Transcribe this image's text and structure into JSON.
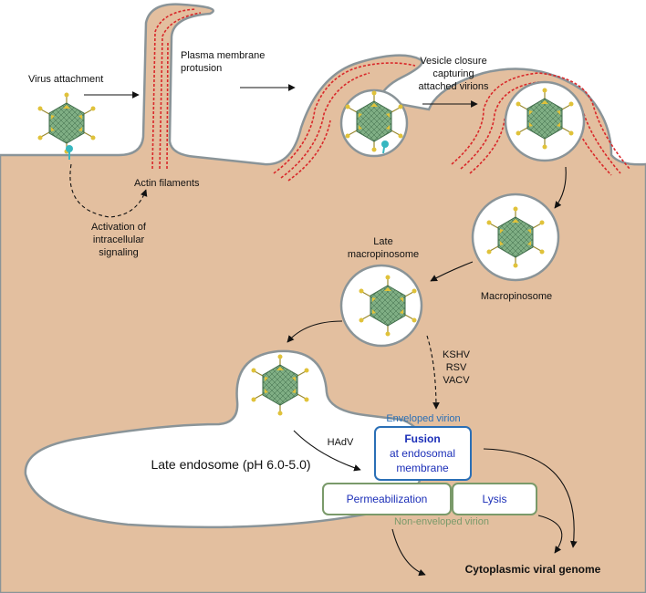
{
  "labels": {
    "virus_attachment": "Virus attachment",
    "plasma_membrane_1": "Plasma membrane",
    "plasma_membrane_2": "protusion",
    "vesicle_closure_1": "Vesicle closure",
    "vesicle_closure_2": "capturing",
    "vesicle_closure_3": "attached virions",
    "actin_filaments": "Actin filaments",
    "activation_1": "Activation of",
    "activation_2": "intracellular",
    "activation_3": "signaling",
    "late_macro_1": "Late",
    "late_macro_2": "macropinosome",
    "macropinosome": "Macropinosome",
    "kshv": "KSHV",
    "rsv": "RSV",
    "vacv": "VACV",
    "enveloped_virion": "Enveloped virion",
    "hadv": "HAdV",
    "fusion": "Fusion",
    "fusion_2": "at endosomal",
    "fusion_3": "membrane",
    "late_endosome": "Late endosome (pH 6.0-5.0)",
    "permeabilization": "Permeabilization",
    "lysis": "Lysis",
    "non_enveloped_virion": "Non-enveloped virion",
    "cytoplasmic_genome": "Cytoplasmic viral genome"
  },
  "colors": {
    "cytoplasm": "#e3bf9f",
    "membrane": "#8a9498",
    "actin": "#d9282a",
    "capsid": "#7fae84",
    "capsid_stroke": "#3e6a48",
    "fiber": "#e0c23a",
    "receptor": "#37b7c0",
    "fusion_border": "#2a6fb6",
    "box_border": "#7a9a6a"
  }
}
